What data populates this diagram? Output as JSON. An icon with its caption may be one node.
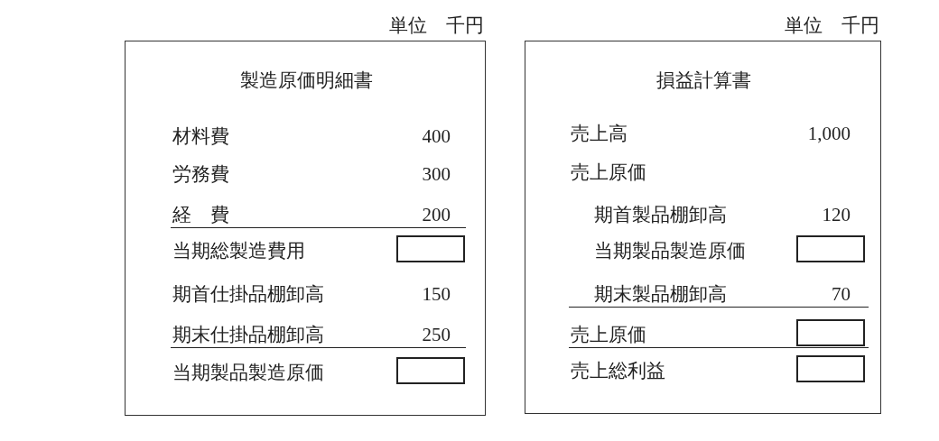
{
  "diagram": {
    "nodes": [
      {
        "text": [
          "製造原価明細書",
          "材料費",
          "400",
          "労務費",
          "300",
          "経　費",
          "200",
          "当期総製造費用",
          "期首仕掛品棚卸高",
          "150",
          "期末仕掛品棚卸高",
          "250",
          "当期製品製造原価"
        ],
        "beside": [
          "単位　千円"
        ]
      },
      {
        "text": [],
        "shape": "box",
        "in": 0
      },
      {
        "text": [],
        "shape": "box",
        "in": 0
      },
      {
        "text": [
          "損益計算書",
          "売上高",
          "1,000",
          "売上原価",
          "期首製品棚卸高",
          "120",
          "当期製品製造原価",
          "期末製品棚卸高",
          "70",
          "売上原価",
          "売上総利益"
        ],
        "beside": [
          "単位　千円"
        ]
      },
      {
        "text": [],
        "shape": "box",
        "in": 3
      },
      {
        "text": [],
        "shape": "box",
        "in": 3
      },
      {
        "text": [],
        "shape": "box",
        "in": 3
      }
    ]
  }
}
